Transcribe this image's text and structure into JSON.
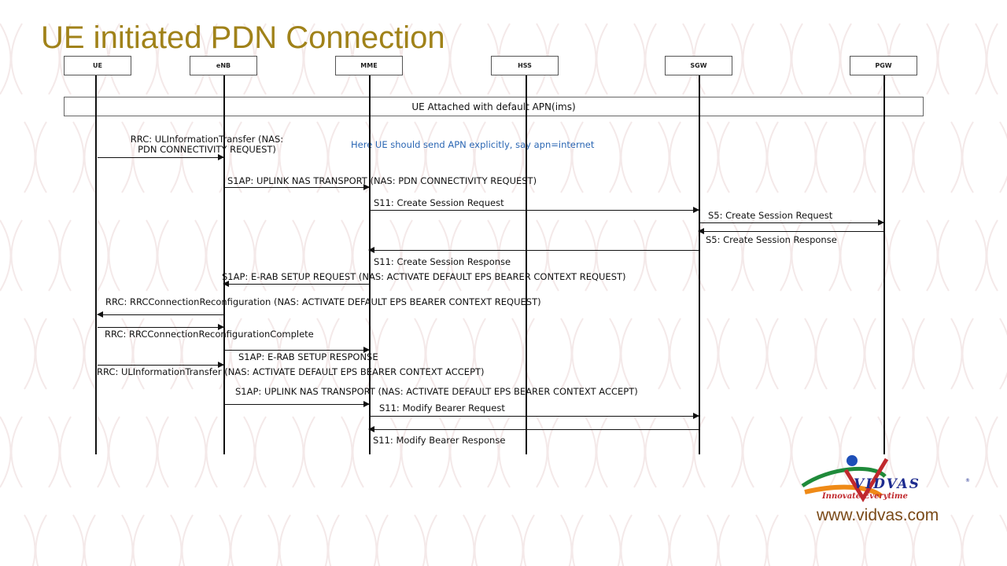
{
  "title": "UE initiated PDN Connection",
  "entities": [
    "UE",
    "eNB",
    "MME",
    "HSS",
    "SGW",
    "PGW"
  ],
  "banner": "UE Attached with default APN(ims)",
  "note": "Here UE should send APN explicitly, say apn=internet",
  "messages": [
    {
      "label": "RRC: ULInformationTransfer (NAS:\nPDN CONNECTIVITY REQUEST)",
      "from": "UE",
      "to": "eNB"
    },
    {
      "label": "S1AP: UPLINK NAS TRANSPORT (NAS: PDN CONNECTIVITY REQUEST)",
      "from": "eNB",
      "to": "MME"
    },
    {
      "label": "S11: Create Session Request",
      "from": "MME",
      "to": "SGW"
    },
    {
      "label": "S5: Create Session Request",
      "from": "SGW",
      "to": "PGW"
    },
    {
      "label": "S5: Create Session Response",
      "from": "PGW",
      "to": "SGW"
    },
    {
      "label": "S11: Create Session Response",
      "from": "SGW",
      "to": "MME"
    },
    {
      "label": "S1AP: E-RAB SETUP REQUEST (NAS: ACTIVATE DEFAULT EPS BEARER CONTEXT REQUEST)",
      "from": "MME",
      "to": "eNB"
    },
    {
      "label": "RRC: RRCConnectionReconfiguration (NAS: ACTIVATE DEFAULT EPS BEARER CONTEXT REQUEST)",
      "from": "eNB",
      "to": "UE"
    },
    {
      "label": "RRC: RRCConnectionReconfigurationComplete",
      "from": "UE",
      "to": "eNB"
    },
    {
      "label": "S1AP: E-RAB SETUP RESPONSE",
      "from": "eNB",
      "to": "MME"
    },
    {
      "label": "RRC: ULInformationTransfer (NAS: ACTIVATE DEFAULT EPS BEARER CONTEXT ACCEPT)",
      "from": "UE",
      "to": "eNB"
    },
    {
      "label": "S1AP: UPLINK NAS TRANSPORT (NAS: ACTIVATE DEFAULT EPS BEARER CONTEXT ACCEPT)",
      "from": "eNB",
      "to": "MME"
    },
    {
      "label": "S11: Modify Bearer Request",
      "from": "MME",
      "to": "SGW"
    },
    {
      "label": "S11: Modify Bearer Response",
      "from": "SGW",
      "to": "MME"
    }
  ],
  "logo": {
    "name": "VIDVAS",
    "registered": "®",
    "tagline": "Innovate Everytime",
    "website": "www.vidvas.com",
    "colors": {
      "green": "#1f8a3a",
      "orange": "#ef8a17",
      "blue": "#1d4fb8",
      "red": "#c0282d",
      "navy": "#1d2b8f"
    }
  },
  "colors": {
    "title": "#a08219",
    "note": "#2a66b3",
    "website": "#7a4a18"
  }
}
